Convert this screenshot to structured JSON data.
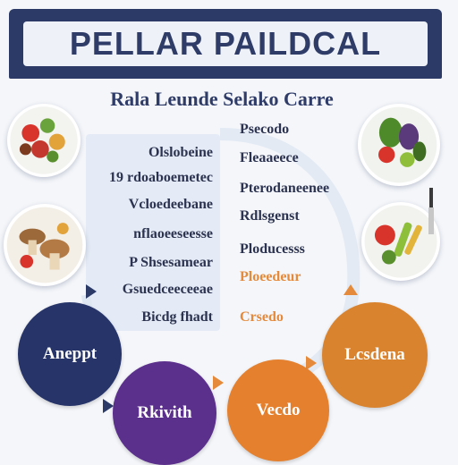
{
  "header": {
    "title": "PELLAR PAILDCAL"
  },
  "subtitle": "Rala Leunde Selako Carre",
  "left_list": [
    "Olslobeine",
    "19 rdoaboemetec",
    "Vcloedeebane",
    "nflaoeeseesse",
    "P Shsesamear",
    "Gsuedceeceeae",
    "Bicdg fhadt"
  ],
  "right_list": [
    "Psecodo",
    "Fleaaeece",
    "Pterodaneenee",
    "Rdlsgenst",
    "Ploducesss",
    "Ploeedeur",
    "Crsedo"
  ],
  "bubbles": [
    {
      "label": "Aneppt",
      "color": "#26346a"
    },
    {
      "label": "Rkivith",
      "color": "#5b2f8c"
    },
    {
      "label": "Vecdo",
      "color": "#e4802e"
    },
    {
      "label": "Lcsdena",
      "color": "#d9832f"
    }
  ],
  "icons": [
    "salad-bowl-icon",
    "mushroom-plate-icon",
    "vegetable-plate-icon",
    "veggie-platter-icon"
  ],
  "colors": {
    "header_bg": "#2b3a66",
    "title_text": "#2f3c68",
    "accent_orange": "#e58a3a"
  }
}
